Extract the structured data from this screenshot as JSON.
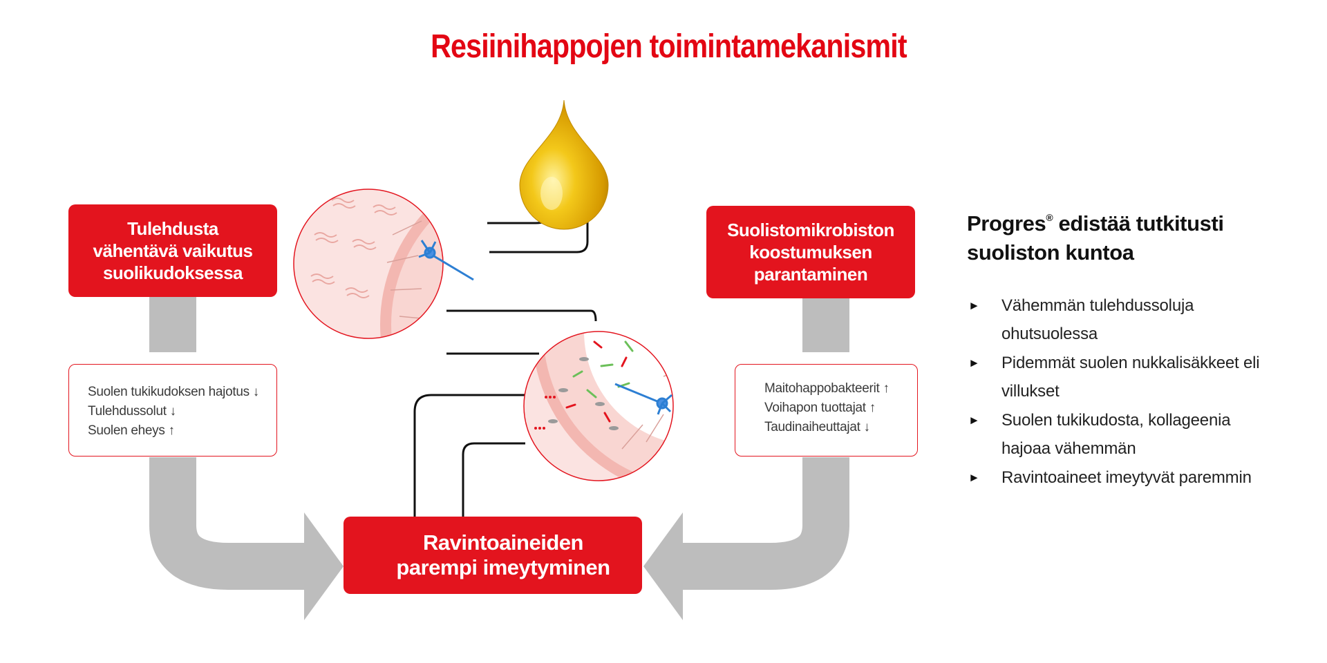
{
  "title": "Resiinihappojen toimintamekanismit",
  "colors": {
    "brand_red": "#e3141e",
    "arrow_gray": "#bdbdbd",
    "tissue_pink": "#f6c7c3",
    "drop_gold": "#e0a800"
  },
  "mechanisms": {
    "left": {
      "label": "Tulehdusta\nvähentävä vaikutus\nsuolikudoksessa",
      "effects": [
        "Suolen tukikudoksen hajotus ↓",
        "Tulehdussolut ↓",
        "Suolen eheys ↑"
      ]
    },
    "right": {
      "label": "Suolistomikrobiston\nkoostumuksen\nparantaminen",
      "effects": [
        "Maitohappobakteerit ↑",
        "Voihapon tuottajat ↑",
        "Taudinaiheuttajat ↓"
      ]
    },
    "result": {
      "label": "Ravintoaineiden\nparempi imeytyminen",
      "icon": "sprout-icon"
    }
  },
  "sidebar": {
    "brand": "Progres",
    "registered": "®",
    "heading_rest": " edistää tutkitusti",
    "heading_line2": "suoliston kuntoa",
    "bullet_glyph": "►",
    "benefits": [
      "Vähemmän tulehdussoluja ohutsuolessa",
      "Pidemmät suolen nukkalisäkkeet eli villukset",
      "Suolen tukikudosta, kollageenia hajoaa vähemmän",
      "Ravintoaineet imeytyvät paremmin"
    ]
  }
}
